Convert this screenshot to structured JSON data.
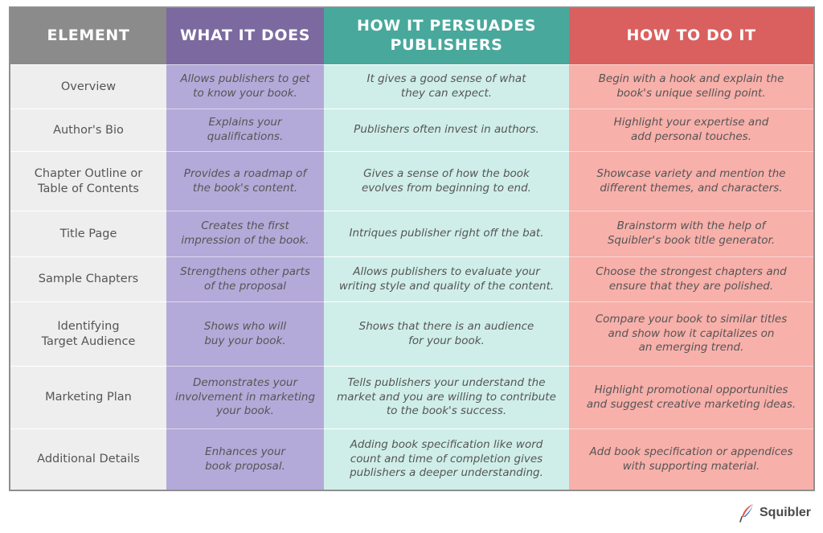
{
  "headers": [
    [
      "ELEMENT"
    ],
    [
      "WHAT IT DOES"
    ],
    [
      "HOW IT PERSUADES",
      "PUBLISHERS"
    ],
    [
      "HOW TO DO IT"
    ]
  ],
  "rows": [
    {
      "element": [
        "Overview"
      ],
      "what": [
        "Allows publishers to get",
        "to know your book."
      ],
      "persuades": [
        "It gives a good sense of what",
        "they can expect."
      ],
      "how": [
        "Begin with a hook and explain the",
        "book's unique selling point."
      ]
    },
    {
      "element": [
        "Author's Bio"
      ],
      "what": [
        "Explains your",
        "qualifications."
      ],
      "persuades": [
        "Publishers often invest in authors."
      ],
      "how": [
        "Highlight your expertise and",
        "add personal touches."
      ]
    },
    {
      "element": [
        "Chapter Outline or",
        "Table of Contents"
      ],
      "what": [
        "Provides a roadmap of",
        "the book's content."
      ],
      "persuades": [
        "Gives a sense of how the book",
        "evolves from beginning to end."
      ],
      "how": [
        "Showcase variety and mention the",
        "different themes, and characters."
      ]
    },
    {
      "element": [
        "Title Page"
      ],
      "what": [
        "Creates the first",
        "impression of the book."
      ],
      "persuades": [
        "Intriques publisher right off the bat."
      ],
      "how": [
        "Brainstorm with the help of",
        "Squibler's book title generator."
      ]
    },
    {
      "element": [
        "Sample Chapters"
      ],
      "what": [
        "Strengthens other parts",
        "of the proposal"
      ],
      "persuades": [
        "Allows publishers to evaluate your",
        "writing style and quality of the content."
      ],
      "how": [
        "Choose the strongest chapters and",
        "ensure that they are polished."
      ]
    },
    {
      "element": [
        "Identifying",
        "Target Audience"
      ],
      "what": [
        "Shows who will",
        "buy your book."
      ],
      "persuades": [
        "Shows that there is an audience",
        "for your book."
      ],
      "how": [
        "Compare your book to similar titles",
        "and show how it capitalizes on",
        "an emerging trend."
      ]
    },
    {
      "element": [
        "Marketing Plan"
      ],
      "what": [
        "Demonstrates your",
        "involvement in marketing",
        "your book."
      ],
      "persuades": [
        "Tells publishers your understand the",
        "market and you are willing to contribute",
        "to the book's success."
      ],
      "how": [
        "Highlight promotional opportunities",
        "and suggest creative marketing ideas."
      ]
    },
    {
      "element": [
        "Additional Details"
      ],
      "what": [
        "Enhances your",
        "book proposal."
      ],
      "persuades": [
        "Adding book specification like word",
        "count and time of completion gives",
        "publishers a deeper understanding."
      ],
      "how": [
        "Add book specification or appendices",
        "with supporting material."
      ]
    }
  ],
  "logo": {
    "text": "Squibler",
    "icon": "quill-feather-icon"
  },
  "colors": {
    "element_header": "#8b8b8b",
    "what_header": "#7b69a0",
    "persuades_header": "#48a89c",
    "how_header": "#d9605f",
    "element_body": "#eeeeee",
    "what_body": "#b4aad9",
    "persuades_body": "#cfeee9",
    "how_body": "#f8b0aa"
  }
}
